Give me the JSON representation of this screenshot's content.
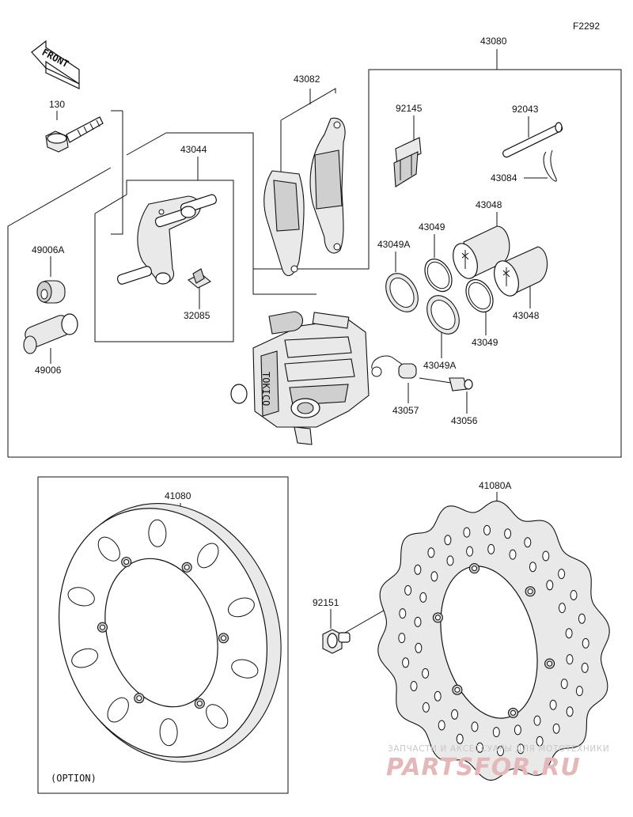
{
  "figure_code": "F2292",
  "front_label": "FRONT",
  "option_label": "(OPTION)",
  "parts": {
    "p43080": "43080",
    "p43082": "43082",
    "p43044": "43044",
    "p130": "130",
    "p92145": "92145",
    "p92043": "92043",
    "p43084": "43084",
    "p43048a": "43048",
    "p43048b": "43048",
    "p43049a": "43049",
    "p43049b": "43049",
    "p43049A_1": "43049A",
    "p43049A_2": "43049A",
    "p49006A": "49006A",
    "p49006": "49006",
    "p32085": "32085",
    "p43057": "43057",
    "p43056": "43056",
    "p41080": "41080",
    "p41080A": "41080A",
    "p92151": "92151"
  },
  "watermark": {
    "line1": "ЗАПЧАСТИ И АКСЕССУАРЫ ДЛЯ МОТОТЕХНИКИ",
    "line2": "PARTSFOR.RU"
  }
}
